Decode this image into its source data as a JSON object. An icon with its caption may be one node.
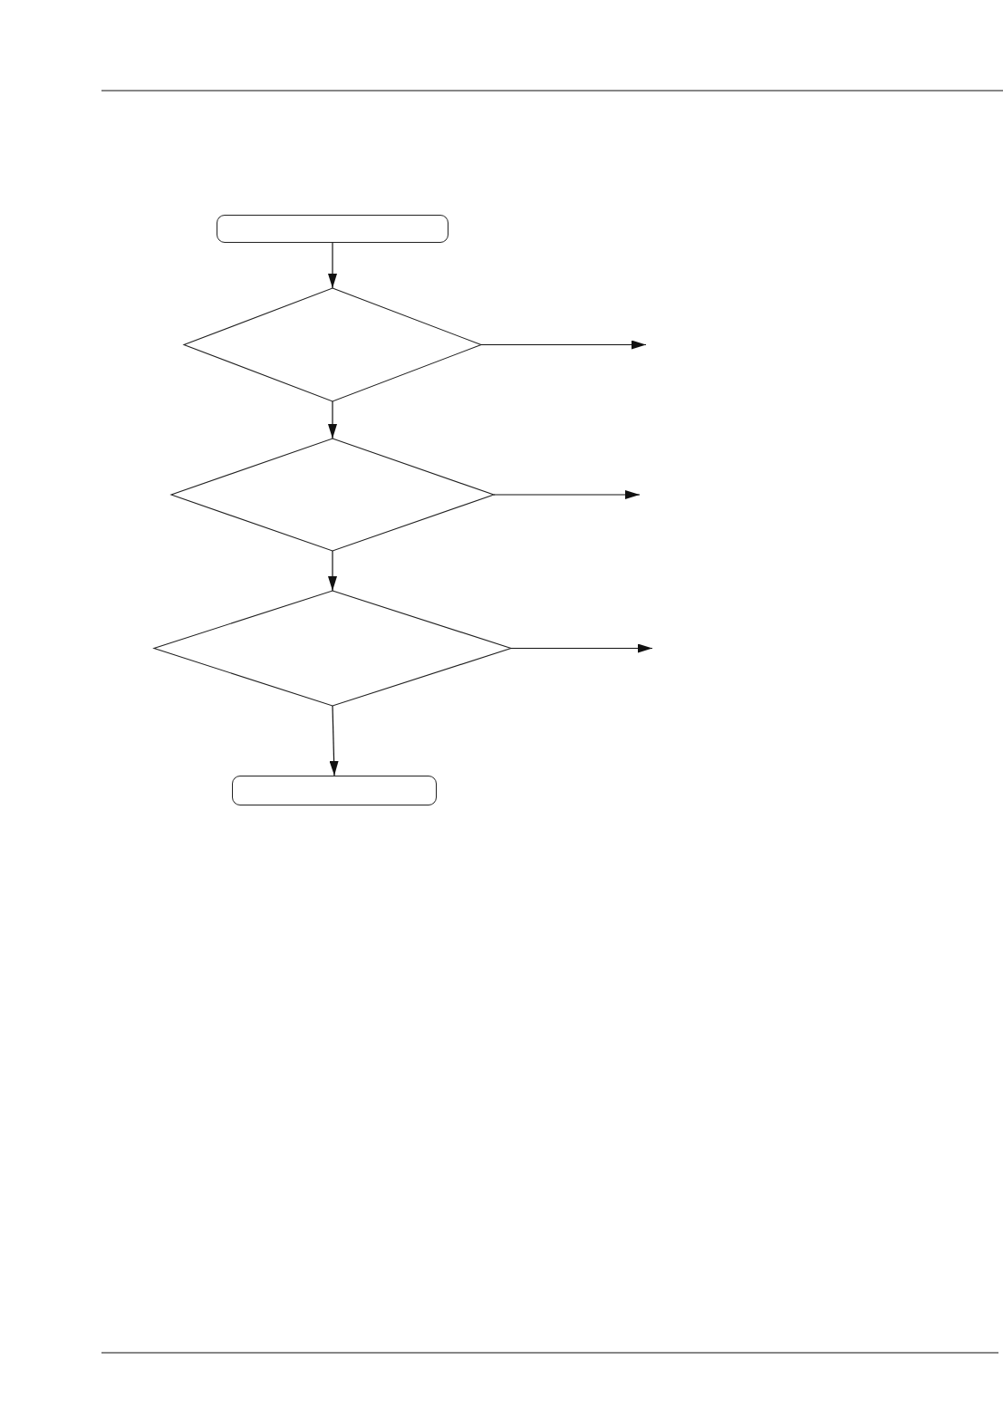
{
  "diagram": {
    "nodes": [
      {
        "text": [],
        "shape": "box"
      },
      {
        "text": [],
        "shape": "diamond"
      },
      {
        "text": [],
        "shape": "diamond"
      },
      {
        "text": [],
        "shape": "diamond"
      },
      {
        "text": [],
        "shape": "box"
      }
    ],
    "edges": [
      {
        "from": 0,
        "to": 1,
        "arrow": "to"
      },
      {
        "from": 1,
        "to": null,
        "arrow": "to"
      },
      {
        "from": 1,
        "to": 2,
        "arrow": "to"
      },
      {
        "from": 2,
        "to": null,
        "arrow": "to"
      },
      {
        "from": 2,
        "to": 3,
        "arrow": "to"
      },
      {
        "from": 3,
        "to": null,
        "arrow": "to"
      },
      {
        "from": 3,
        "to": 4,
        "arrow": "to"
      }
    ]
  }
}
